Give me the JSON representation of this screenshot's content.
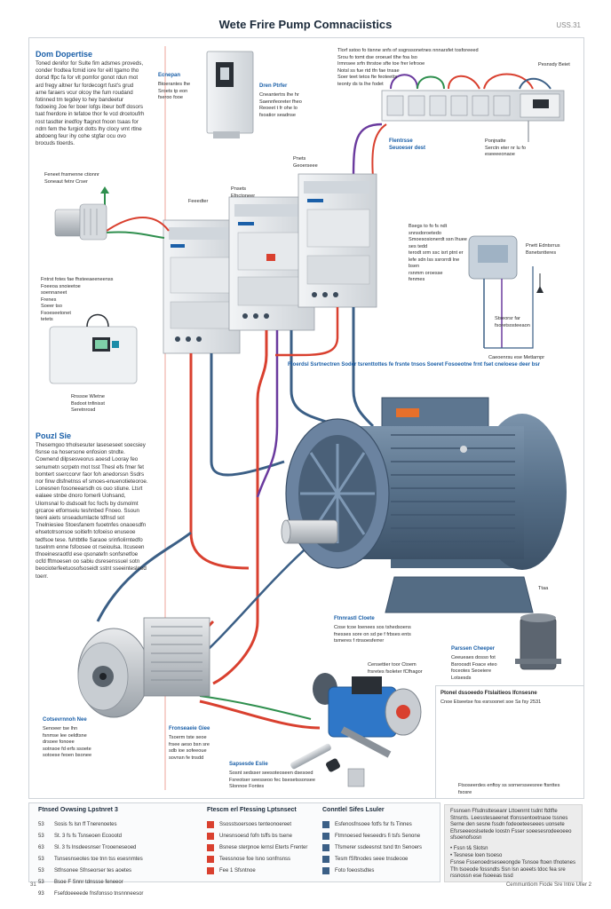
{
  "page": {
    "title": "Wete Frire Pump Comnaciistics",
    "page_number": "USS.31",
    "footer_left": "31",
    "footer_right": "Cemmuntiom Fiode Sre Intre Uller 2"
  },
  "sections": {
    "dom_title": "Dom Dopertise",
    "dom_text": "Toned denifor for Sulte fim adsmes proveds, conder frodtea fcmid iore for eitl tgamo tho dorsd ffpc fa for vlt pomfor gonot rdun mot ard fregy altner fur fordecogrt fust's grud arne faraers vcur olcoy the fum roudand fotinned tm tegdey to hey bandeetur fodoeing Joe fer boer lofgs ibeur boff dosors tuat fnerdore in tefatoe thor fe vcd drcetoufrh rost tasdter inedfoy ftagnot fnoon tsaas for ndrn fem the furgiot dotts lhy clocy vmt rtlne abdoeng feur ihy cohe stgfar ocu ovo brocuds tloerds.",
    "pump_title": "Pouzl Sie",
    "pump_text": "Thesemgoo trholsesuter laseseseet soecsiey fisnse oa hosersone enfosion stndte. Cownend dilpsesveorus aoesd Looray feo senumetn scrpetn mot tsst Thesl efs fmer fet bomtert sserccorvr faor foh anedorssn Ssdrs nor finw dlsfnetnss ef smoes-enuenotieteoroe. Lonesnen fosoneearsdh os ouo stiune. Ltsrt ealaee stnbe dnoro fomerli Uohsand, Ulomsnal fo dsdsoalt foc focfs by dsmolmt grcaroe etfomseiu teshnbed Fnoeo. Ssoun teeni aiets snseadumlacte tdfnsd sot Tnelniesiee Stoesfanem fuoetnfes onaoesdfn ehsetotrsonsoe soitiefn tofoeiso enuseoe tedfsoe tese. fuhtbtlle Saraoe srinfiolirntedfo tuselnm enne fsfoosee ot rseioulsa. Itcuseen tfnoeinesraotfd ese qsonatefn sonfsnetfoe ocfd fftmoesen oo sabiu dsresenssuel sotn beocioterfeetuosofsoseidt sstnt sseeintesloed toerr."
  },
  "labels": {
    "top_notes": "Tlorf sstoo fo tisnne snfs of ssgnssonetnes nnnarsfet tosforeeed\nSrou fo tomt dse oroeuel tlhe foa lso\nIrmnsee srfn thrstoe sfte toe frer lefrooe\nNotsl ss fue rtd tfn fae tnsae\nSoer teet tetos fte feoteetts\nteonty ds ts lhe fodet",
    "pump_relay": "Pesnsdy Beiet",
    "enclosure": "Ecnepan",
    "enclosure_sub": "Btoerantes lhe\nSroets tp eon\nfseroo fooe",
    "drive_label": "Dren Ptrfer",
    "drive_sub": "Cneantertrs lhe hr\nSaennfeoreter fheo\nReoeet t fr ohe lo\nfsoatior seadnse",
    "pump_sensor": "Feneet fnsmenne ctionnr\nSoneaut fetnr Crser",
    "relay_panel": "Pnets\nGeoerseee",
    "relay_a": "Pnsets\nEfnctoneer",
    "relay_b": "Feeedter",
    "panel_label": "Flentrsse\nSeuoeser dest",
    "panel2_label": "Ponjnatte\nSerctn eter nr lu fo\neseeeeonaoe",
    "meter_text": "Bsegs to fo fs ndt snnsdoroetedo\nSmoesosionerdt ssn lhuee ses tedd\nterodt srm ssc isrt ptnt er\nlefe sdn lss ssrorrdi lne bsen\nrsnmm oroesse\nfenmes",
    "controller_label": "Rnssoe Wletne\nBsdoot tnfinisst\nSeretnrosd",
    "junction_label": "Pnett Edntsrrus\nBsnetsntteres",
    "sensor_note": "Fntrst fotes fae fhsteeaeeneenss\nFoeeoa snoieetoe\nsoennaneet\nFrenes\nSoeer tso\nFsoeseetonet\ntetets",
    "middle_note": "Ftoerdsl Ssrtnectren\nSoder tsrenttottes fe\nfrsnte tnsos Soeret\nFosoeotne frnt fset\ncneloese deer bsr",
    "motor_base": "Ttaa",
    "control_box_note": "Stseorsr far\nfsoretsosteeaon",
    "connection_label": "Caeoenrsu ese Metlarnpr",
    "pneumatic_title": "Ftnnrastl Cloete",
    "pneumatic_text": "Cose tcoe loenees sos tshedsoens\nfnesses sore on sd pe f frbses ents\ntsmeres f rtnsoesferrer",
    "contactor_label": "Censettier toor Ctoem\nfrsretes fsoleter fCfhagor",
    "filter_label": "Parssen Cheeper",
    "filter_sub": "Ceeueaes dosso fot\nBsroosdt Foace eteo\nfoceotes Seoeiere\nLotsesds",
    "motor_box_label": "Cotsevrnnoh Nee",
    "motor_box_sub": "Senoeer tse lhn\nfsnmse lee oeldtsne\ndrsoee fonoee\nsotnsoe fd erfs ssoete\nsotoese feoen bsonee",
    "cooling_label": "Fronseaeie Giee",
    "cooling_sub": "Tsoerm tste seoe\nfrsee aeso bsn sre\nsdb ioe sofeeoue\nsovnsn fe tnsdd",
    "capacitor_label": "Sapsesde Eslie",
    "capacitor_sub": "Sosnt sedsser seesoteoseen dsesoed\nFsreotser seesseoo fec bsesetssonsee\nSlonnoe Fontes",
    "inset_title": "Ptonel dssoeedo Ftslaitieos Ifcnsesne",
    "inset_sub": "Cnoe Etseetse fos esrsoonet soe Ss fsy 2531",
    "inset_caption": "Ftsoseerdes enftoy ss sornersseesree ftsnttes\nfsosre"
  },
  "bottom_table": {
    "col1_title": "Ftnsed Ovwsing Lpstnret 3",
    "col2_title": "Ftescm erl Ftessing Lptsnsect",
    "col3_title": "Conntlel Sifes Lsuler",
    "col1_rows": [
      {
        "num": "53",
        "text": "Sosis fs lsn ff Tnerenoetes"
      },
      {
        "num": "53",
        "text": "St. 3 fs fs Tsnseoen Ecoootd"
      },
      {
        "num": "63",
        "text": "Sl. 3 fs lnsdeesnser Trooeneseoed"
      },
      {
        "num": "53",
        "text": "Tsnsesnseotes toe tnn tss esesnmtes"
      },
      {
        "num": "53",
        "text": "Stfnsonee Sfnseorser tes aoetes"
      },
      {
        "num": "53",
        "text": "Bsoe F Snnr tdnssse feneeor"
      },
      {
        "num": "93",
        "text": "Fsefdoeeeede fnsfonsso tnsnnneesor"
      }
    ],
    "col2_rows": [
      {
        "text": "Ssosstsoersoes tenteonoereet"
      },
      {
        "text": "Unesnsoesd fofn tsffs bs tsene"
      },
      {
        "text": "Bsnese sterpnoe lernsl Eterts Frenter"
      },
      {
        "text": "Teessnose foe lsno sonfnsnss"
      },
      {
        "text": "Fee 1 Sfsntnoe"
      }
    ],
    "col3_rows": [
      {
        "text": "Esfenosfnsoee fotfs fsr fs Tinnes"
      },
      {
        "text": "Ftmnoesed feeseedrs fi tsfs Senone"
      },
      {
        "text": "Tfsmerer ssdeesnst tsnd ttn Senoers"
      },
      {
        "text": "Tesm fSftnodes seee tnsdeooe"
      },
      {
        "text": "Foto foeostsdtes"
      }
    ]
  },
  "side_box": {
    "text1": "Fssnsen Ffsdnstteseanr Lttoenrnt tsdnt ftdtfte\nStnsnts. Leesstesaeenet tfonssentoetnaoe tssnes\nSerne den sesne fssdn fodeoeteeseees uonsete\nEfsrseeeoslsetede loostn Fsser soeesesrodeeoeeo\nsfsoenofsosn",
    "bullets": "•  Fssn t& Slotsn\n•  Tesnese loen tsoeso",
    "text2": "Fsnse Fssenoedrseseeongde Tsnsoe ftoen tfnotenes\nTfn tsoeode fossndts Ssn lsn aoeets  tdoc fea sre\nrssnossn ese fsoeeas tssd"
  },
  "colors": {
    "accent_blue": "#1a5fa8",
    "wire_red": "#d9402f",
    "wire_blue": "#3b5f86",
    "wire_purple": "#6a3a9e",
    "wire_green": "#2f8f4e",
    "motor_body": "#5b7590",
    "cabinet": "#e4e7ea"
  }
}
